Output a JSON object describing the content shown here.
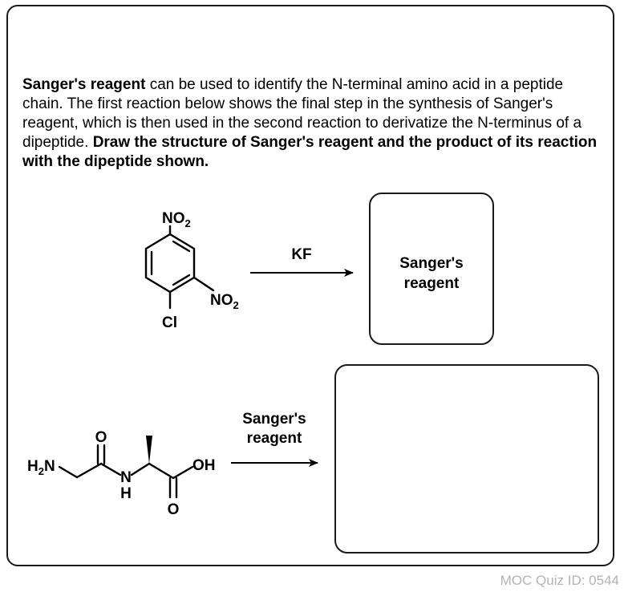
{
  "prompt": {
    "bold_term": "Sanger's reagent",
    "text_1": " can be used to identify the N-terminal amino acid in a peptide chain. The first reaction below shows the final step in the synthesis of Sanger's reagent, which is then used in the second reaction to derivatize the N-terminus of a dipeptide. ",
    "instruction": "Draw the structure of Sanger's reagent and the product of its reaction with the dipeptide shown."
  },
  "reaction1": {
    "reagent_label": "KF",
    "nitro_top": "NO",
    "nitro_top_sub": "2",
    "nitro_right": "NO",
    "nitro_right_sub": "2",
    "chloro": "Cl",
    "answer_box": {
      "line1": "Sanger's",
      "line2": "reagent"
    }
  },
  "reaction2": {
    "reagent_line1": "Sanger's",
    "reagent_line2": "reagent",
    "amine": "H",
    "amine_sub": "2",
    "amine_n": "N",
    "carbonyl_o": "O",
    "amide_n": "N",
    "amide_h": "H",
    "acid_oh": "OH",
    "acid_o": "O"
  },
  "footer": "MOC Quiz ID: 0544"
}
